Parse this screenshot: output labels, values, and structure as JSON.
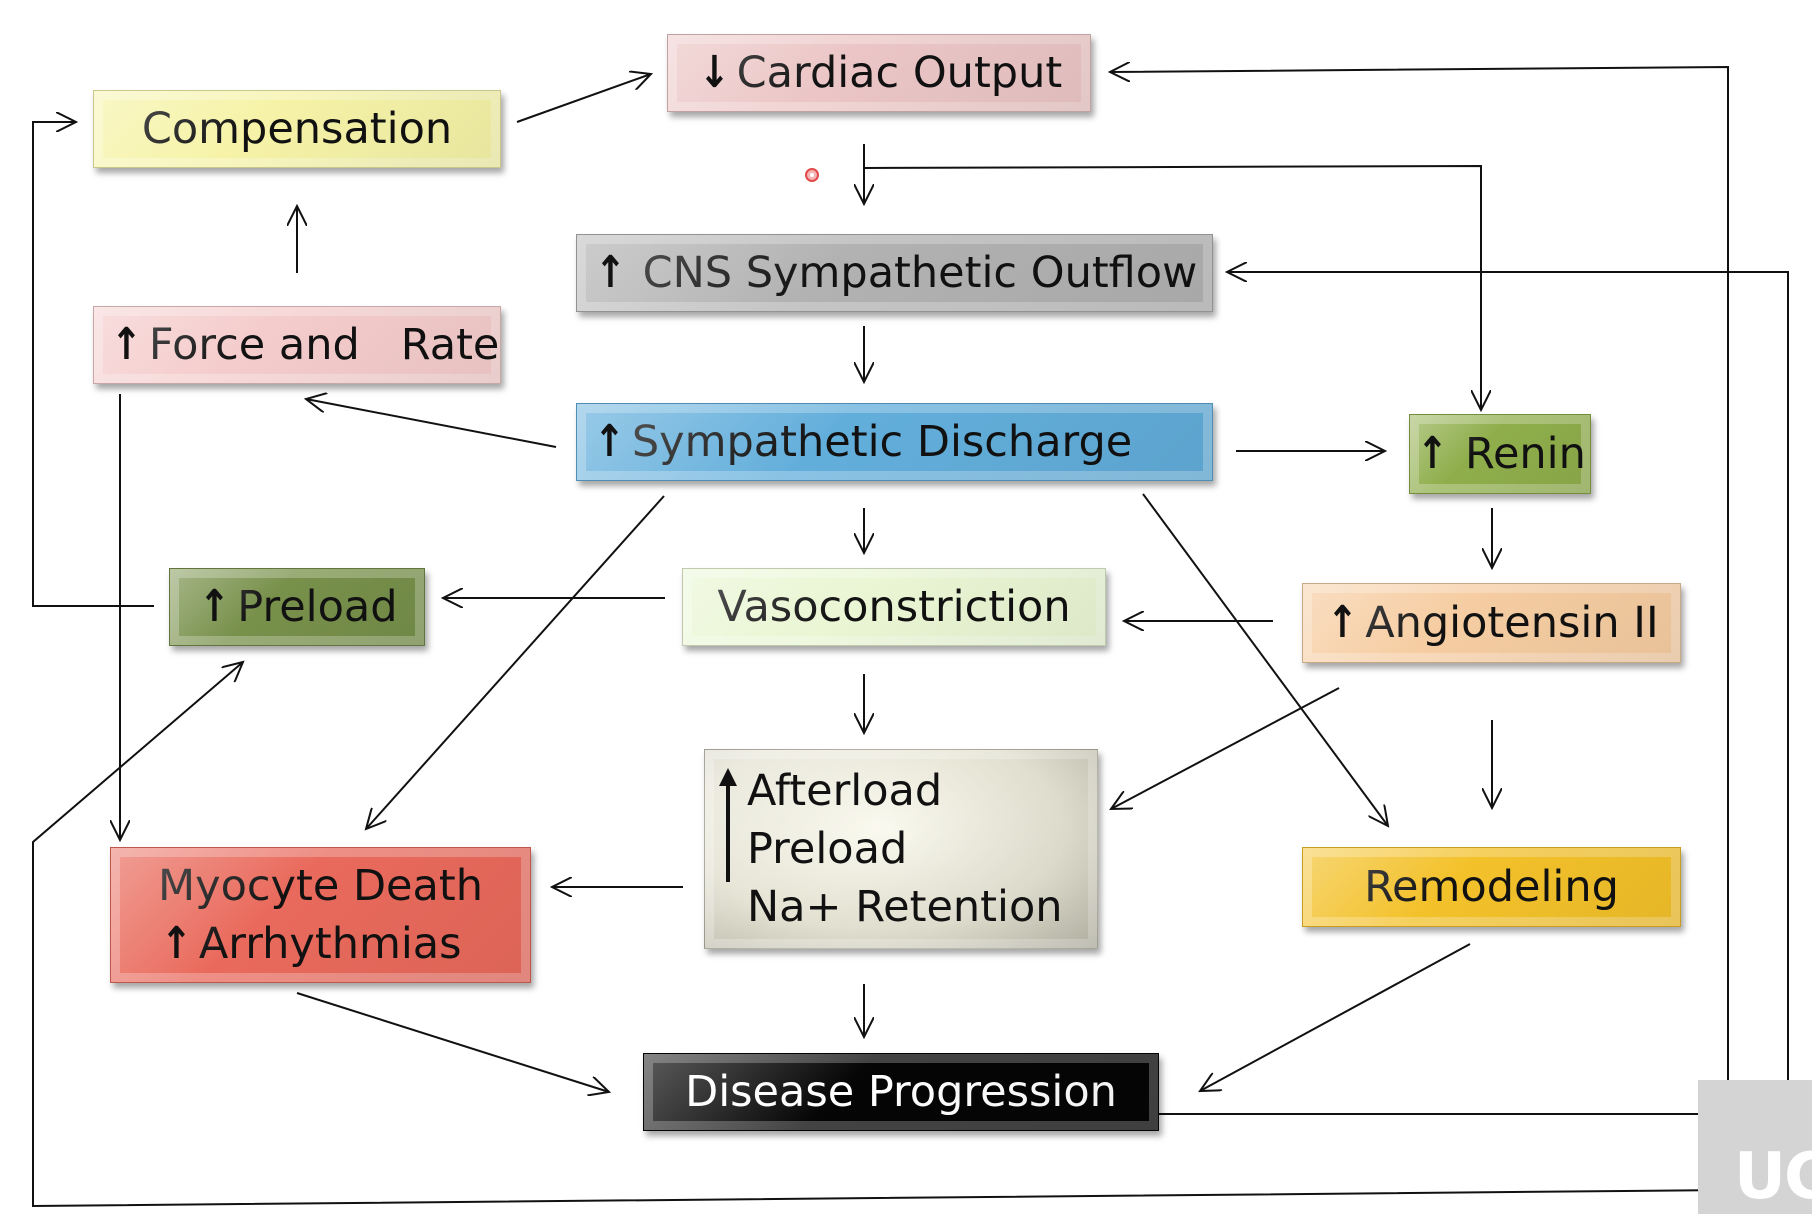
{
  "nodes": {
    "cardiac_output": {
      "arrow": "down",
      "label": "Cardiac Output"
    },
    "compensation": {
      "label": "Compensation"
    },
    "cns_outflow": {
      "arrow": "up",
      "label": "CNS Sympathetic Outflow"
    },
    "force_rate": {
      "arrow": "up",
      "label": "Force and   Rate"
    },
    "sympathetic_discharge": {
      "arrow": "up",
      "label": "Sympathetic Discharge"
    },
    "renin": {
      "arrow": "up",
      "label": "Renin"
    },
    "preload": {
      "arrow": "up",
      "label": "Preload"
    },
    "vasoconstriction": {
      "label": "Vasoconstriction"
    },
    "angiotensin": {
      "arrow": "up",
      "label": "Angiotensin II"
    },
    "afterload_group": {
      "arrow": "up",
      "lines": [
        "Afterload",
        "Preload",
        "Na+ Retention"
      ]
    },
    "myocyte": {
      "line1": "Myocyte Death",
      "arrow": "up",
      "line2": "Arrhythmias"
    },
    "remodeling": {
      "label": "Remodeling"
    },
    "disease_progression": {
      "label": "Disease Progression"
    }
  },
  "colors": {
    "cardiac_output": "#ecc6c6",
    "compensation": "#f6f3a8",
    "cns_outflow": "#b2b2b2",
    "force_rate": "#f5cccc",
    "sympathetic_discharge": "#62aedb",
    "renin": "#8fae4b",
    "preload": "#77904a",
    "vasoconstriction": "#eaf6d4",
    "angiotensin": "#f6cda2",
    "myocyte": "#e96a5c",
    "remodeling": "#f3c12a",
    "disease_progression": "#050505"
  },
  "edges": [
    {
      "from": "compensation",
      "to": "cardiac_output"
    },
    {
      "from": "cardiac_output",
      "to": "cns_outflow"
    },
    {
      "from": "cardiac_output",
      "to": "renin"
    },
    {
      "from": "cns_outflow",
      "to": "sympathetic_discharge"
    },
    {
      "from": "sympathetic_discharge",
      "to": "force_rate"
    },
    {
      "from": "force_rate",
      "to": "compensation"
    },
    {
      "from": "force_rate",
      "to": "myocyte"
    },
    {
      "from": "sympathetic_discharge",
      "to": "renin"
    },
    {
      "from": "sympathetic_discharge",
      "to": "vasoconstriction"
    },
    {
      "from": "sympathetic_discharge",
      "to": "myocyte"
    },
    {
      "from": "sympathetic_discharge",
      "to": "remodeling"
    },
    {
      "from": "renin",
      "to": "angiotensin"
    },
    {
      "from": "angiotensin",
      "to": "vasoconstriction"
    },
    {
      "from": "angiotensin",
      "to": "afterload_group"
    },
    {
      "from": "angiotensin",
      "to": "remodeling"
    },
    {
      "from": "vasoconstriction",
      "to": "preload"
    },
    {
      "from": "vasoconstriction",
      "to": "afterload_group"
    },
    {
      "from": "preload",
      "to": "compensation"
    },
    {
      "from": "afterload_group",
      "to": "myocyte"
    },
    {
      "from": "afterload_group",
      "to": "disease_progression"
    },
    {
      "from": "myocyte",
      "to": "disease_progression"
    },
    {
      "from": "remodeling",
      "to": "disease_progression"
    },
    {
      "from": "disease_progression",
      "to": "cardiac_output"
    },
    {
      "from": "disease_progression",
      "to": "preload"
    },
    {
      "from": "disease_progression",
      "to": "cns_outflow"
    }
  ],
  "watermark": {
    "text": "UC"
  }
}
